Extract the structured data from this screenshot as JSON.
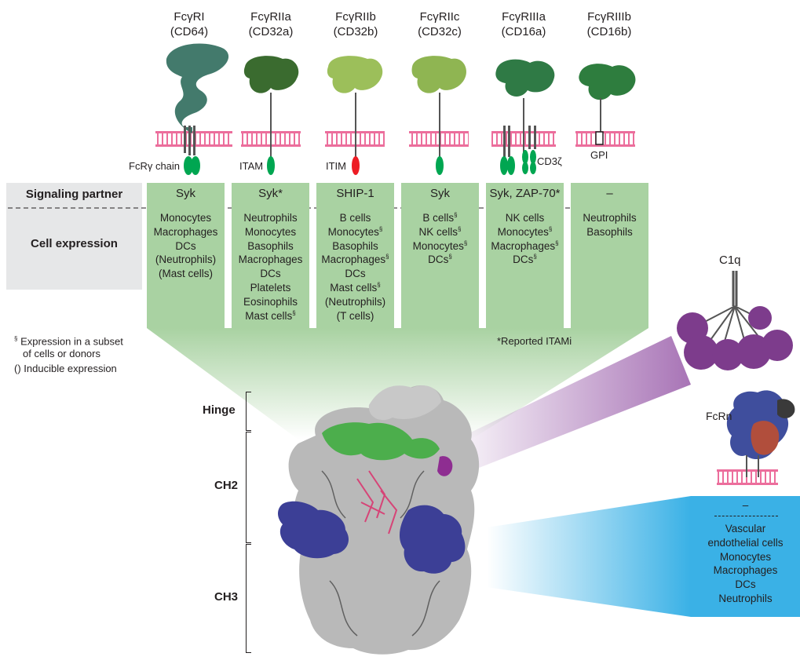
{
  "receptors": [
    {
      "name": "FcγRI",
      "cd": "(CD64)",
      "signaling": "Syk",
      "cells": [
        "Monocytes",
        "Macrophages",
        "DCs",
        "(Neutrophils)",
        "(Mast cells)"
      ]
    },
    {
      "name": "FcγRIIa",
      "cd": "(CD32a)",
      "signaling": "Syk*",
      "cells": [
        "Neutrophils",
        "Monocytes",
        "Basophils",
        "Macrophages",
        "DCs",
        "Platelets",
        "Eosinophils",
        "Mast cells§"
      ]
    },
    {
      "name": "FcγRIIb",
      "cd": "(CD32b)",
      "signaling": "SHIP-1",
      "cells": [
        "B cells",
        "Monocytes§",
        "Basophils",
        "Macrophages§",
        "DCs",
        "Mast cells§",
        "(Neutrophils)",
        "(T cells)"
      ]
    },
    {
      "name": "FcγRIIc",
      "cd": "(CD32c)",
      "signaling": "Syk",
      "cells": [
        "B cells§",
        "NK cells§",
        "Monocytes§",
        "DCs§"
      ]
    },
    {
      "name": "FcγRIIIa",
      "cd": "(CD16a)",
      "signaling": "Syk, ZAP-70*",
      "cells": [
        "NK cells",
        "Monocytes§",
        "Macrophages§",
        "DCs§"
      ]
    },
    {
      "name": "FcγRIIIb",
      "cd": "(CD16b)",
      "signaling": "–",
      "cells": [
        "Neutrophils",
        "Basophils"
      ]
    }
  ],
  "row_labels": {
    "signaling": "Signaling partner",
    "expression": "Cell expression"
  },
  "motif_labels": {
    "fcr_chain": "FcRγ chain",
    "itam": "ITAM",
    "itim": "ITIM",
    "cd3z": "CD3ζ",
    "gpi": "GPI"
  },
  "legend": {
    "subset": "Expression in a subset of cells or donors",
    "subset_line1": "Expression in a subset",
    "subset_line2": "of cells or donors",
    "subset_mark": "§",
    "inducible": "() Inducible expression"
  },
  "footnote": "*Reported ITAMi",
  "domains": {
    "hinge": "Hinge",
    "ch2": "CH2",
    "ch3": "CH3"
  },
  "c1q": {
    "title": "C1q"
  },
  "fcrn": {
    "title": "FcRn",
    "signaling": "–",
    "cells": [
      "Vascular",
      "endothelial cells",
      "Monocytes",
      "Macrophages",
      "DCs",
      "Neutrophils"
    ]
  },
  "colors": {
    "box_green": "#a9d2a2",
    "gray": "#e6e7e8",
    "membrane": "#ec6e9c",
    "itam": "#00a651",
    "itim": "#ed1c24",
    "fcrn_blue": "#3ab1e6",
    "purple": "#8e4d9e",
    "igg_blue": "#3c3f96",
    "igg_green": "#4cae4c"
  }
}
